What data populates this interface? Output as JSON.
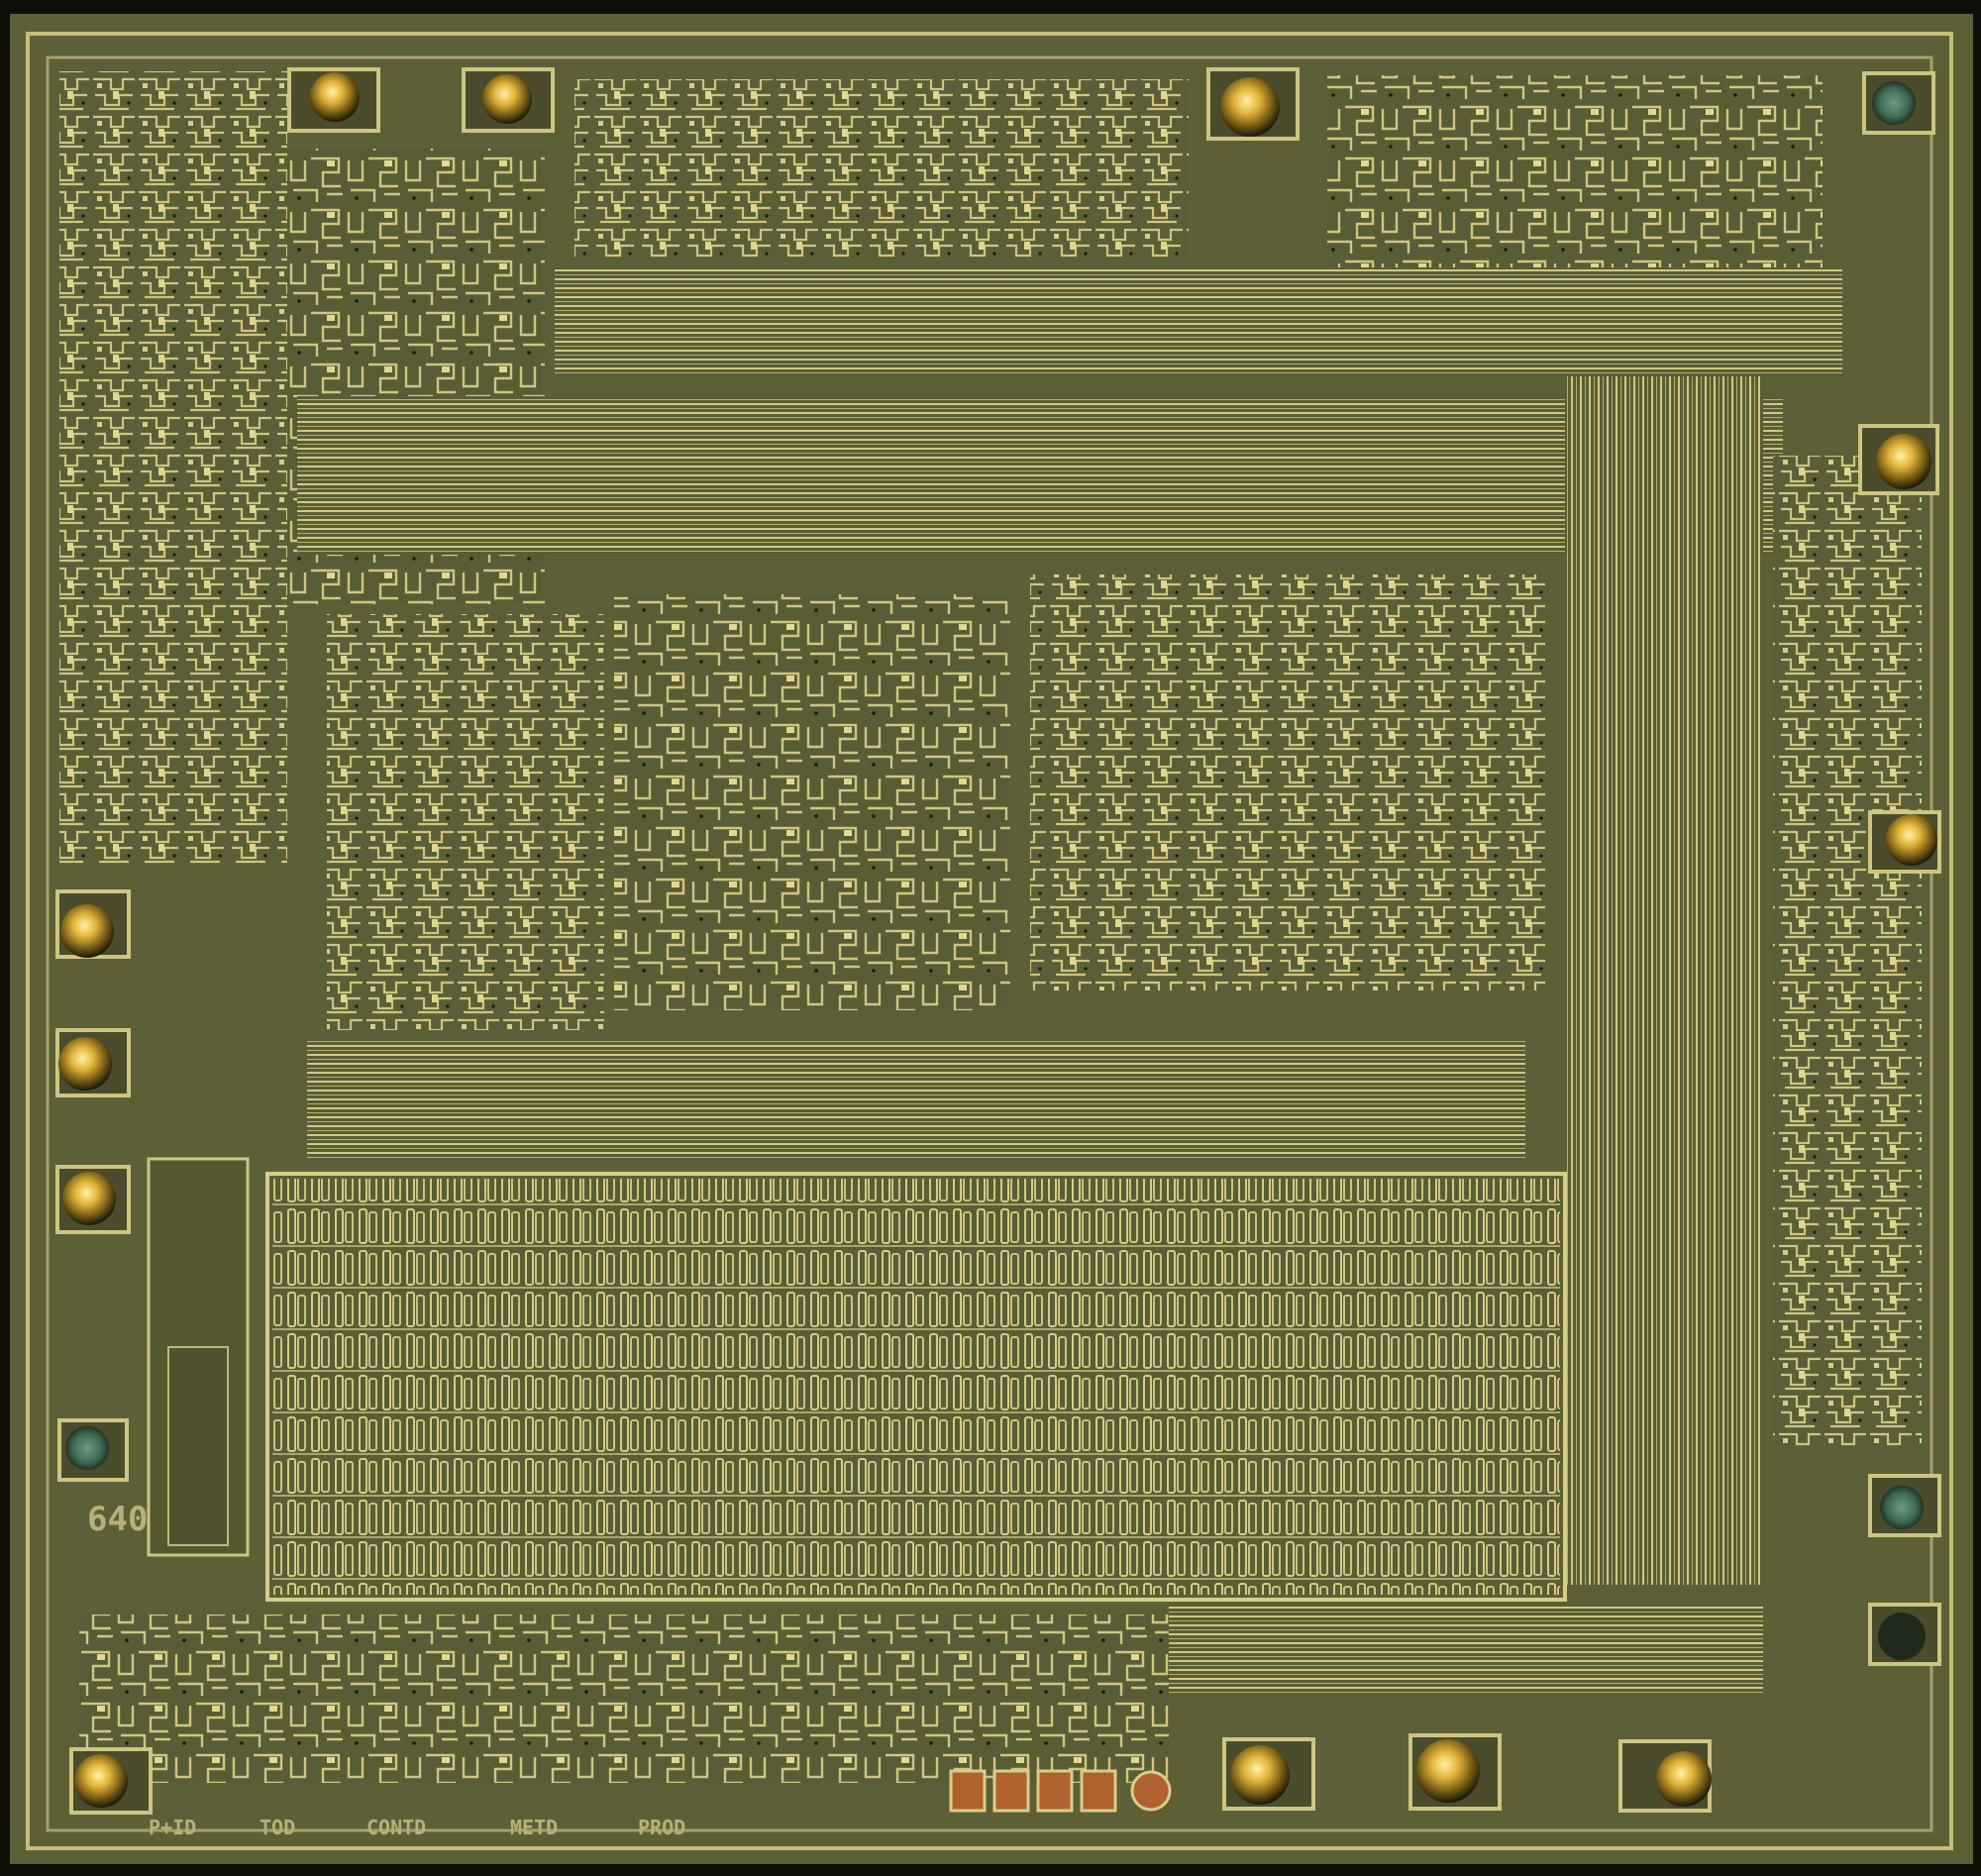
{
  "image": {
    "colors": {
      "background": "#0e0f08",
      "substrate": "#5d6037",
      "substrate_dark": "#4a4c2b",
      "metal": "#cfc581",
      "metal_bright": "#e2d890",
      "pad_gold": "#e2b43a",
      "pad_teal": "#3f6a55",
      "blob_dark": "#1a1a0c",
      "orange_pad": "#b0622e",
      "label": "#b8b078"
    },
    "die_marking": "640",
    "bottom_label": {
      "part_1": "P+ID",
      "part_2": "TOD",
      "part_3": "CONTD",
      "part_4": "METD",
      "part_5": "PROD"
    }
  }
}
